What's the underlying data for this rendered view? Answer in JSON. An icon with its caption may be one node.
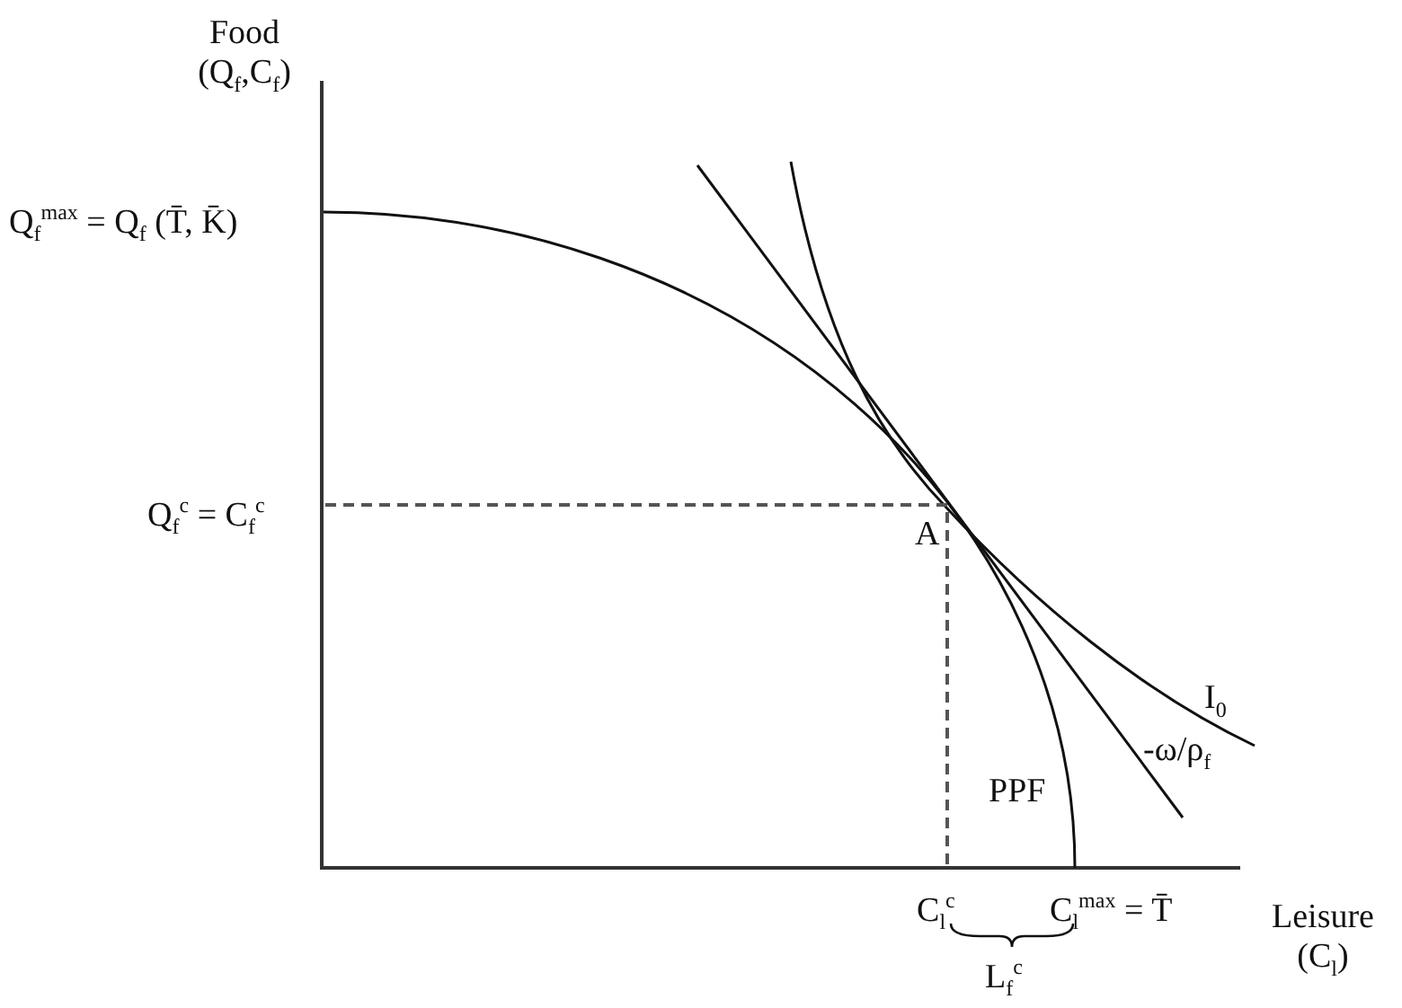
{
  "diagram": {
    "labels": [
      "Food (Q$_{f}$,C$_{f}$)",
      "Q$_{f}$$^{max}$ = Q$_{f}$ (T̄, K̄)",
      "Q$_{f}$$^{c}$ = C$_{f}$$^{c}$",
      "A",
      "I$_{0}$",
      "-ω/ρ$_{f}$",
      "PPF",
      "C$_{l}$$^{c}$",
      "C$_{l}$$^{max}$ = T̄",
      "Leisure (C$_{l}$)",
      "L$_{f}$$^{c}$"
    ]
  }
}
